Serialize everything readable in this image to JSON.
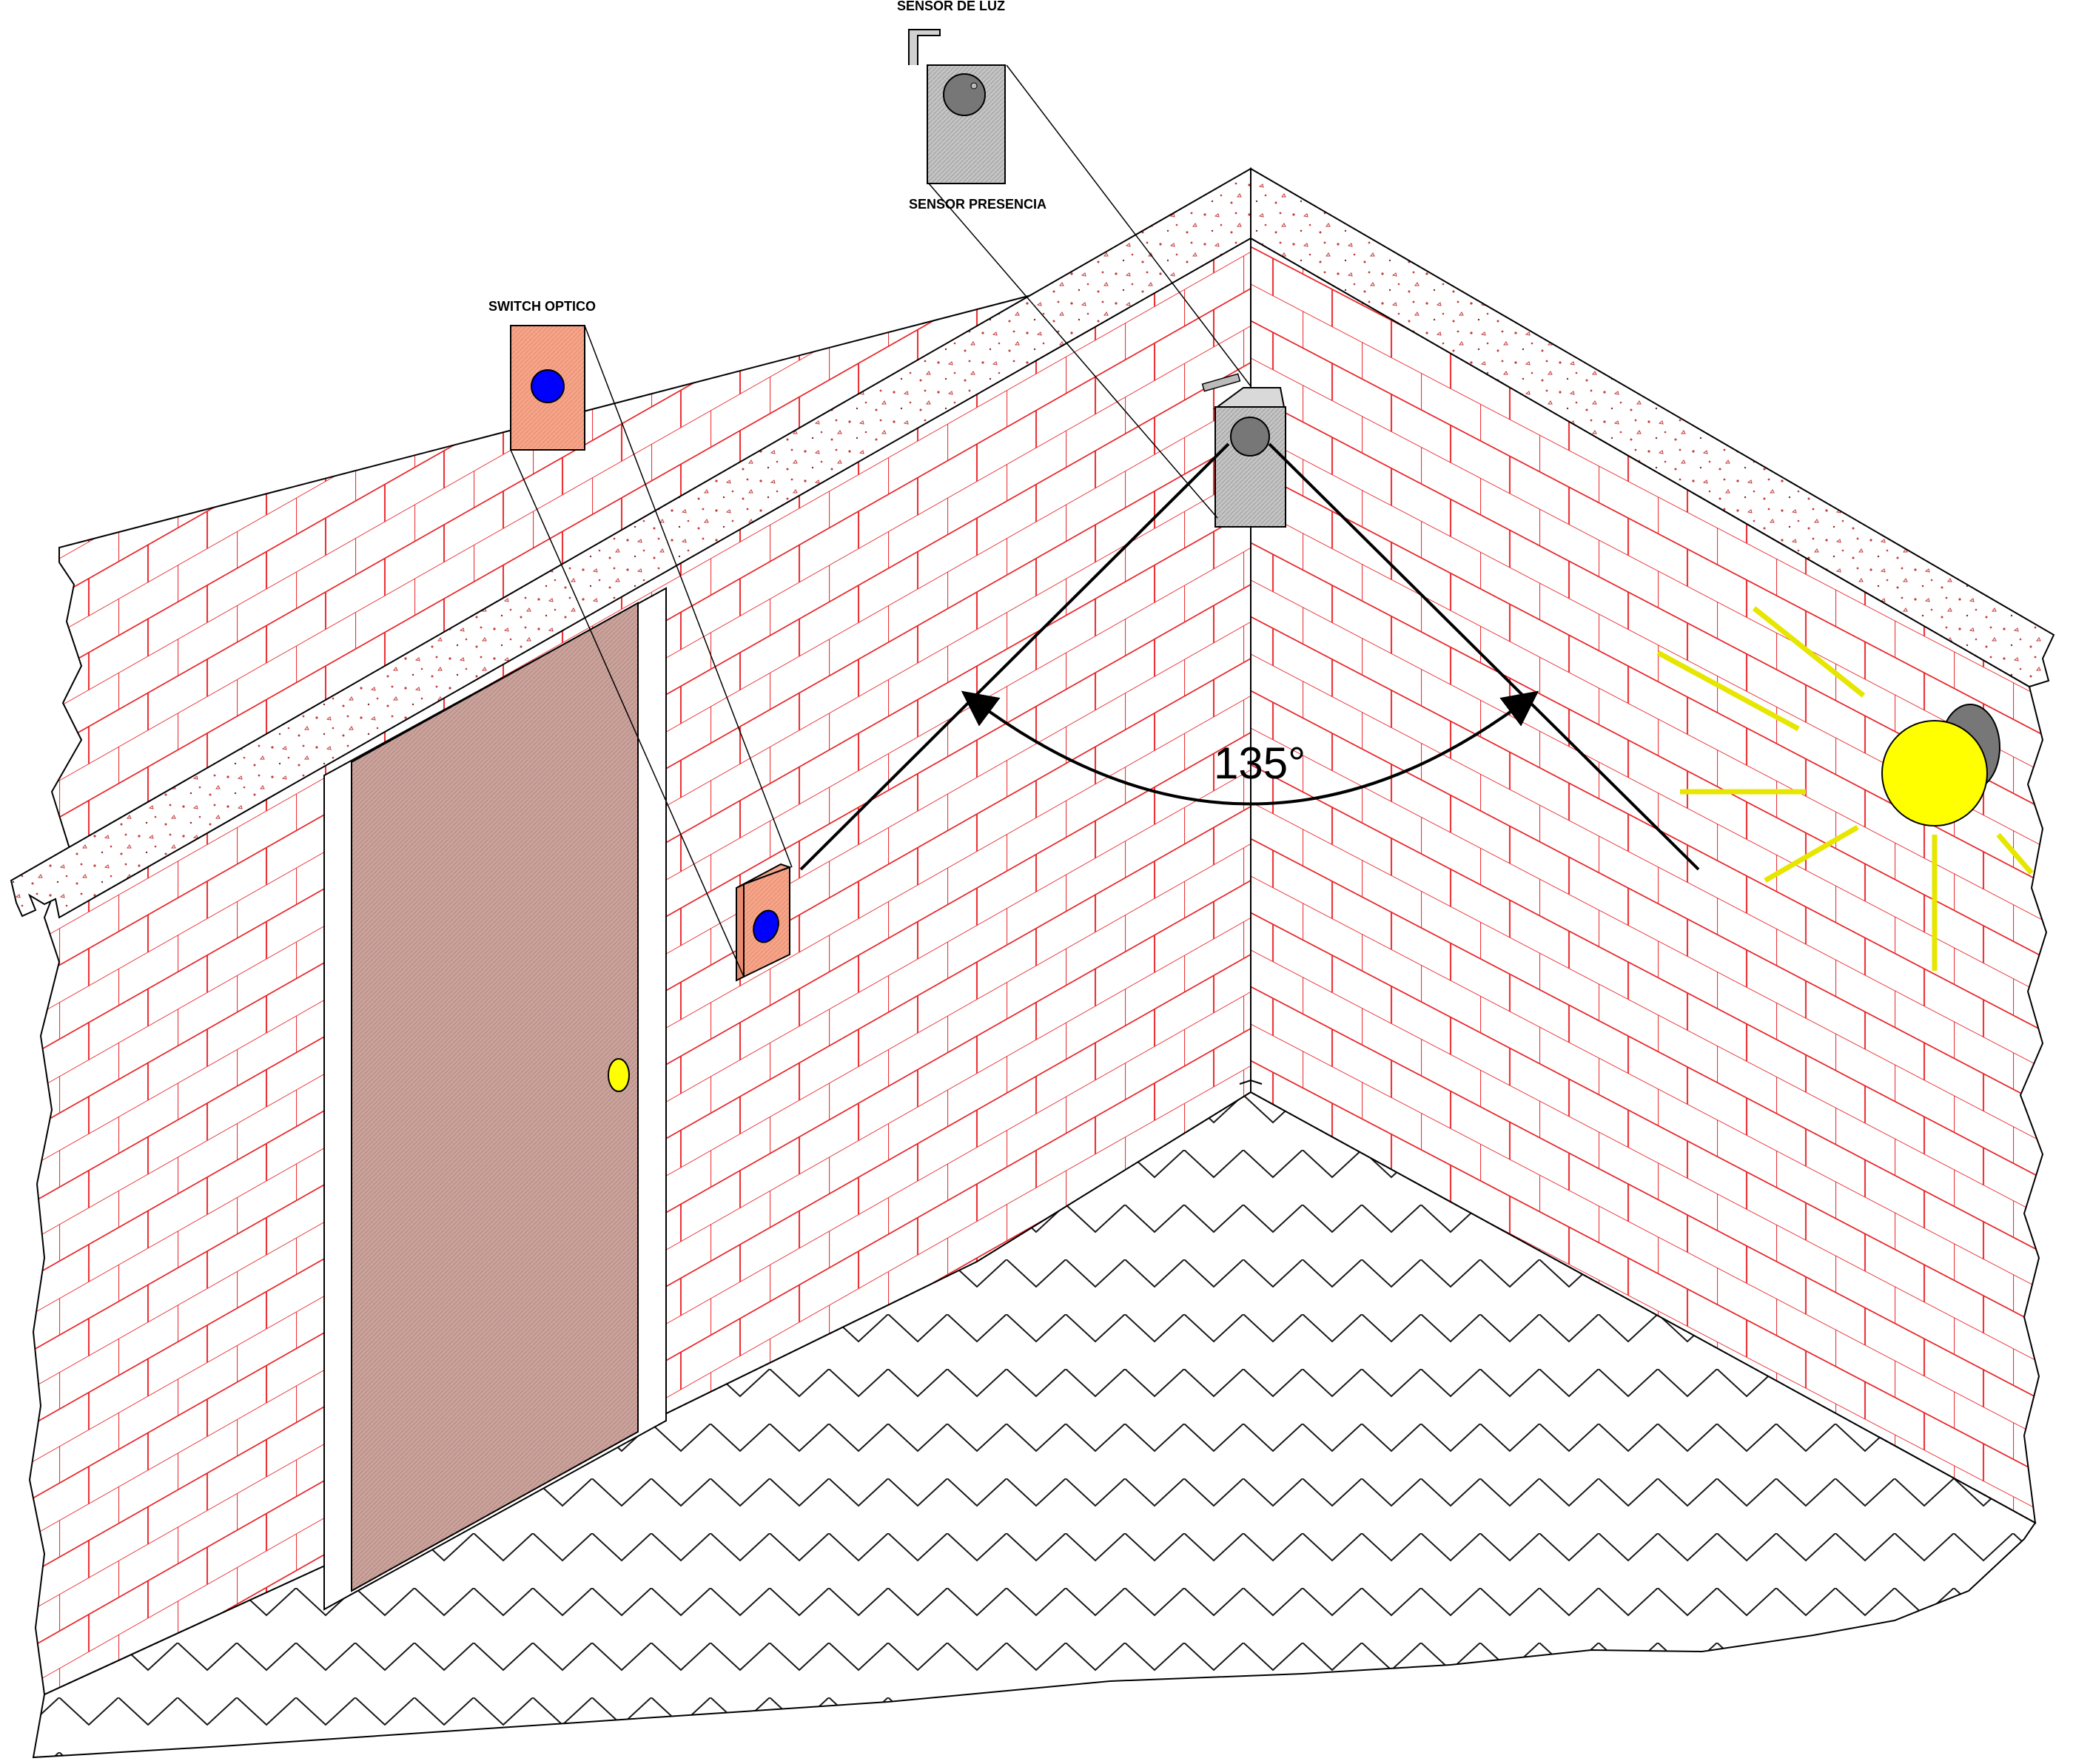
{
  "labels": {
    "sensor_luz": "SENSOR DE LUZ",
    "sensor_presencia": "SENSOR PRESENCIA",
    "switch_optico": "SWITCH OPTICO",
    "angle": "135°"
  },
  "colors": {
    "brick_mortar": "#e8262a",
    "door_fill": "#c9a39c",
    "switch_fill": "#f5a58a",
    "switch_button": "#0000ff",
    "sensor_fill": "#bdbdbd",
    "light_fill": "#ffff00",
    "light_rays": "#e6e600",
    "concrete_speckle": "#c23a3a"
  },
  "icons": {
    "presence_sensor": "sensor-box-icon",
    "optical_switch": "switch-icon",
    "lamp": "lamp-icon",
    "door_knob": "door-knob-icon"
  }
}
